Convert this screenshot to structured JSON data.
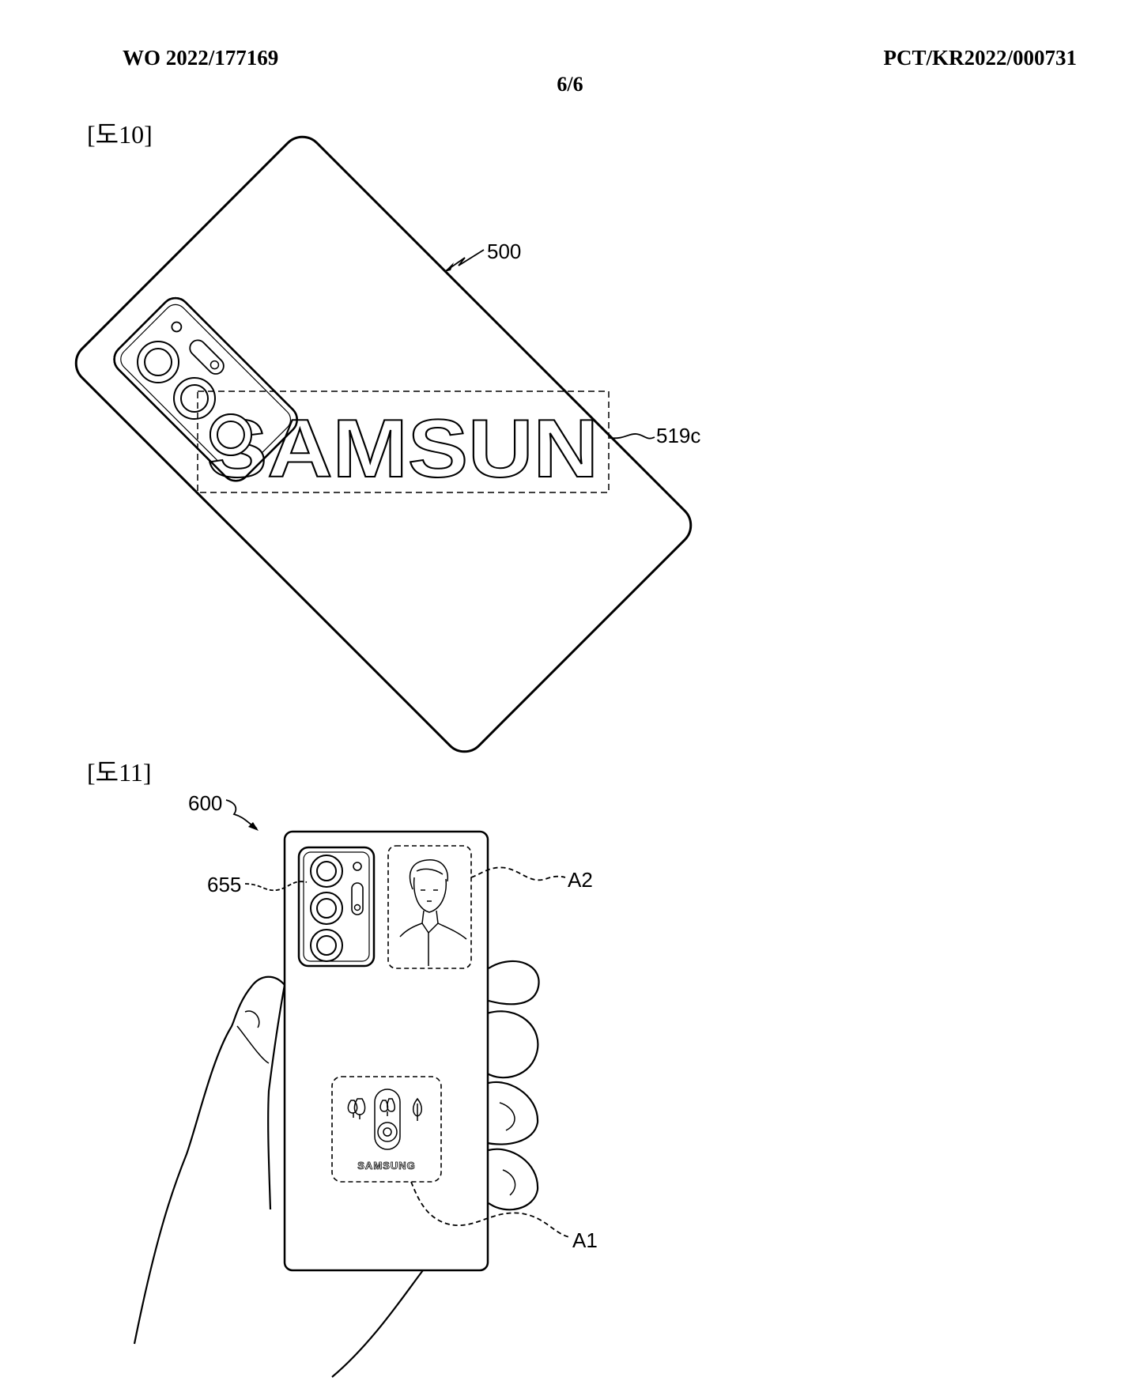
{
  "header": {
    "publication_number": "WO 2022/177169",
    "application_number": "PCT/KR2022/000731",
    "sheet": "6/6"
  },
  "figure10": {
    "label": "[도10]",
    "ref_device": "500",
    "ref_logo_area": "519c",
    "logo_text": "SAMSUN"
  },
  "figure11": {
    "label": "[도11]",
    "ref_device": "600",
    "ref_camera": "655",
    "ref_area2": "A2",
    "ref_area1": "A1",
    "small_logo_text": "SAMSUNG"
  }
}
